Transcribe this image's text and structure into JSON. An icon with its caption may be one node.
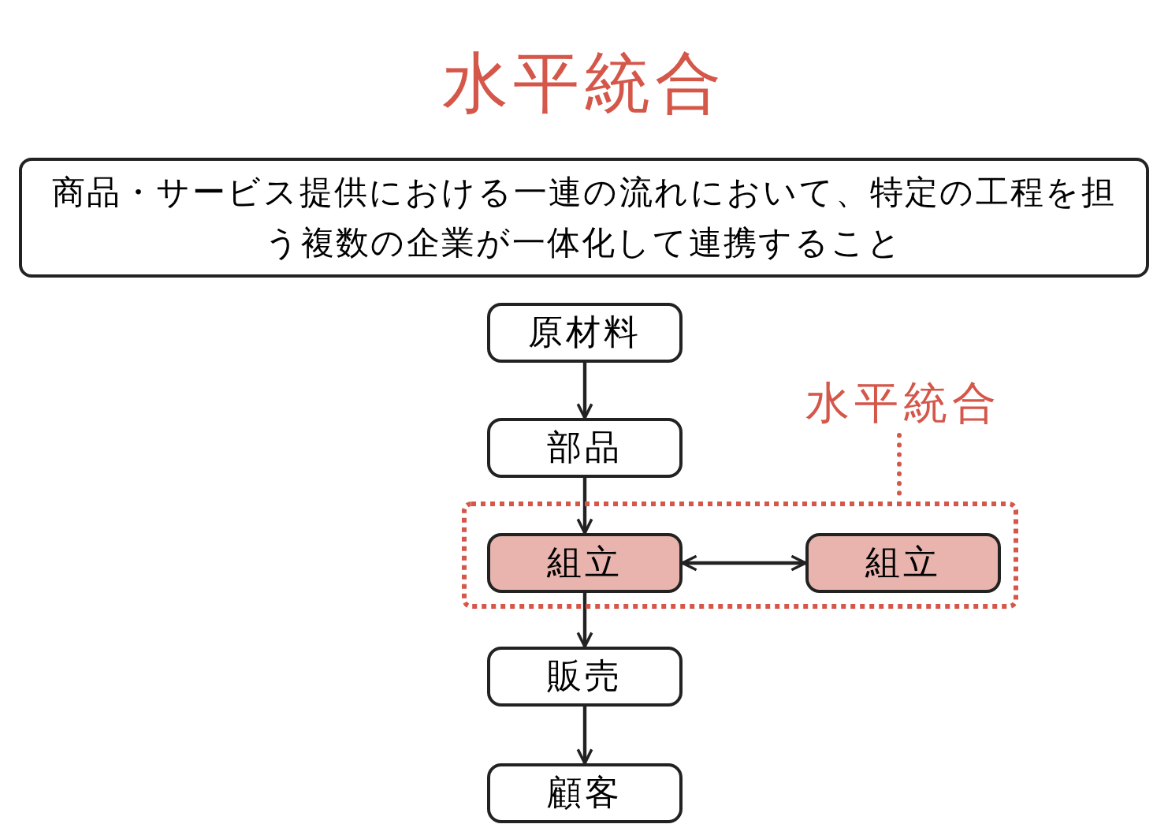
{
  "diagram": {
    "title": "水平統合",
    "nodes": [
      {
        "text": [
          "商品・サービス提供における一連の流れにおいて、特定の工程を担う複数の企業が一体化して連携すること"
        ]
      },
      {
        "text": [
          "原材料"
        ]
      },
      {
        "text": [
          "部品"
        ]
      },
      {
        "text": [
          "水平統合"
        ]
      },
      {
        "text": [],
        "shape": "box"
      },
      {
        "text": [
          "組立"
        ],
        "in": 4
      },
      {
        "text": [
          "組立"
        ],
        "in": 4
      },
      {
        "text": [
          "販売"
        ]
      },
      {
        "text": [
          "顧客"
        ]
      }
    ],
    "edges": [
      {
        "from": 1,
        "to": 2,
        "arrow": "to"
      },
      {
        "from": 2,
        "to": 5,
        "arrow": "to"
      },
      {
        "from": 5,
        "to": 6,
        "arrow": "both"
      },
      {
        "from": 5,
        "to": 7,
        "arrow": "to"
      },
      {
        "from": 7,
        "to": 8,
        "arrow": "to"
      },
      {
        "from": 3,
        "to": 4,
        "arrow": "none",
        "style": "dashed",
        "color": "#d4574a"
      }
    ]
  }
}
